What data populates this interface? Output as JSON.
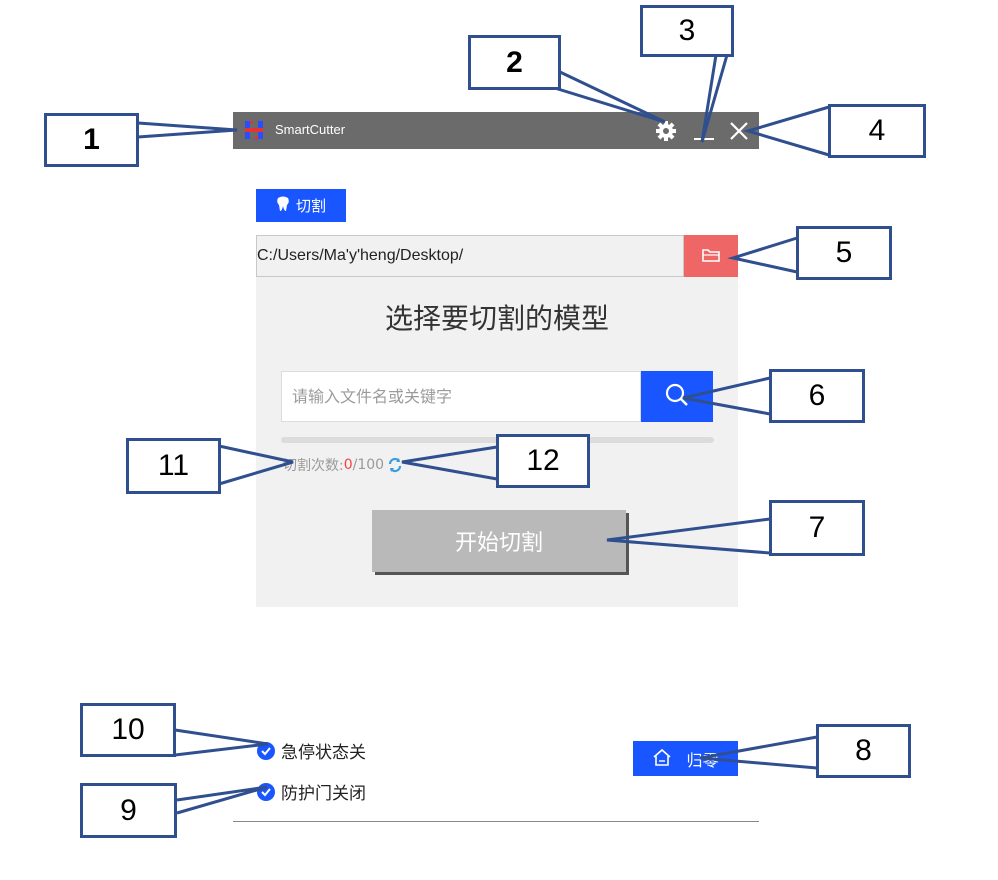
{
  "app": {
    "title": "SmartCutter",
    "brand_color": "#1a56ff"
  },
  "titlebar": {
    "icons": [
      "settings-icon",
      "minimize-icon",
      "close-icon"
    ]
  },
  "tab": {
    "label": "切割",
    "icon": "tooth-icon"
  },
  "path": {
    "value": "C:/Users/Ma'y'heng/Desktop/",
    "button_icon": "folder-icon"
  },
  "main": {
    "title": "选择要切割的模型",
    "search_placeholder": "请输入文件名或关键字",
    "search_icon": "search-icon",
    "progress": 0
  },
  "counter": {
    "label": "切割次数:",
    "current": "0",
    "total": "/100",
    "icon": "refresh-icon"
  },
  "start_button": {
    "label": "开始切割"
  },
  "status": {
    "estop": "急停状态关",
    "door": "防护门关闭"
  },
  "home_button": {
    "label": "归零",
    "icon": "home-icon"
  },
  "callouts": [
    "1",
    "2",
    "3",
    "4",
    "5",
    "6",
    "7",
    "8",
    "9",
    "10",
    "11",
    "12"
  ]
}
